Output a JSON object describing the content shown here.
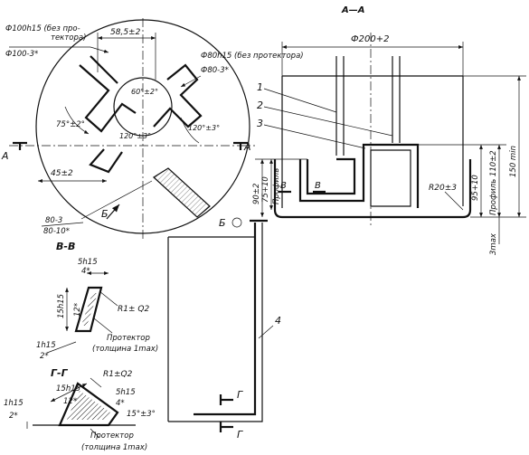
{
  "sections": {
    "aa": "А—А",
    "bb": "В-В",
    "gg": "Г-Г",
    "a_left": "А",
    "a_right": "А",
    "b_arrow": "Б",
    "b_view": "Б",
    "v_left": "В",
    "v_right": "В",
    "g_top": "Г",
    "g_bottom": "Г"
  },
  "callouts": {
    "c1": "1",
    "c2": "2",
    "c3": "3",
    "c4": "4"
  },
  "plan": {
    "dia_outer_1": "Ф100h15 (без про-",
    "dia_outer_2": "тектора)",
    "dia_outer_tol": "Ф100-3*",
    "width_585": "58,5±2",
    "dia_inner_1": "Ф80h15 (без протектора)",
    "dia_inner_tol": "Ф80-3*",
    "ang_60": "60°±2°",
    "ang_75": "75°±2°",
    "ang_120a": "120°±3°",
    "ang_120b": "120°±3°",
    "dim_45": "45±2",
    "dim_80": "80-3",
    "dim_80b": "80-10*"
  },
  "section_aa": {
    "dia_200": "Ф200+2",
    "h150": "150 min",
    "profile_110": "Профиль 110±2",
    "dim_95": "95+10",
    "profile_90": "Профиль",
    "dim_90": "90±2",
    "dim_75": "75+10",
    "radius": "R20±3",
    "gap3": "3max"
  },
  "detail_bb": {
    "d5h15": "5h15",
    "d4": "4*",
    "d15h15": "15h15",
    "d12": "12*",
    "r1": "R1± Q2",
    "protector_1": "Протектор",
    "protector_2": "(толщина 1max)",
    "d1h15": "1h15",
    "d2": "2*"
  },
  "detail_gg": {
    "r1": "R1±Q2",
    "d15h15": "15h15",
    "d12": "12*",
    "d5h15": "5h15",
    "d4": "4*",
    "ang": "15°±3°",
    "d1h15": "1h15",
    "d2": "2*",
    "protector_1": "Протектор",
    "protector_2": "(толщина 1max)"
  }
}
